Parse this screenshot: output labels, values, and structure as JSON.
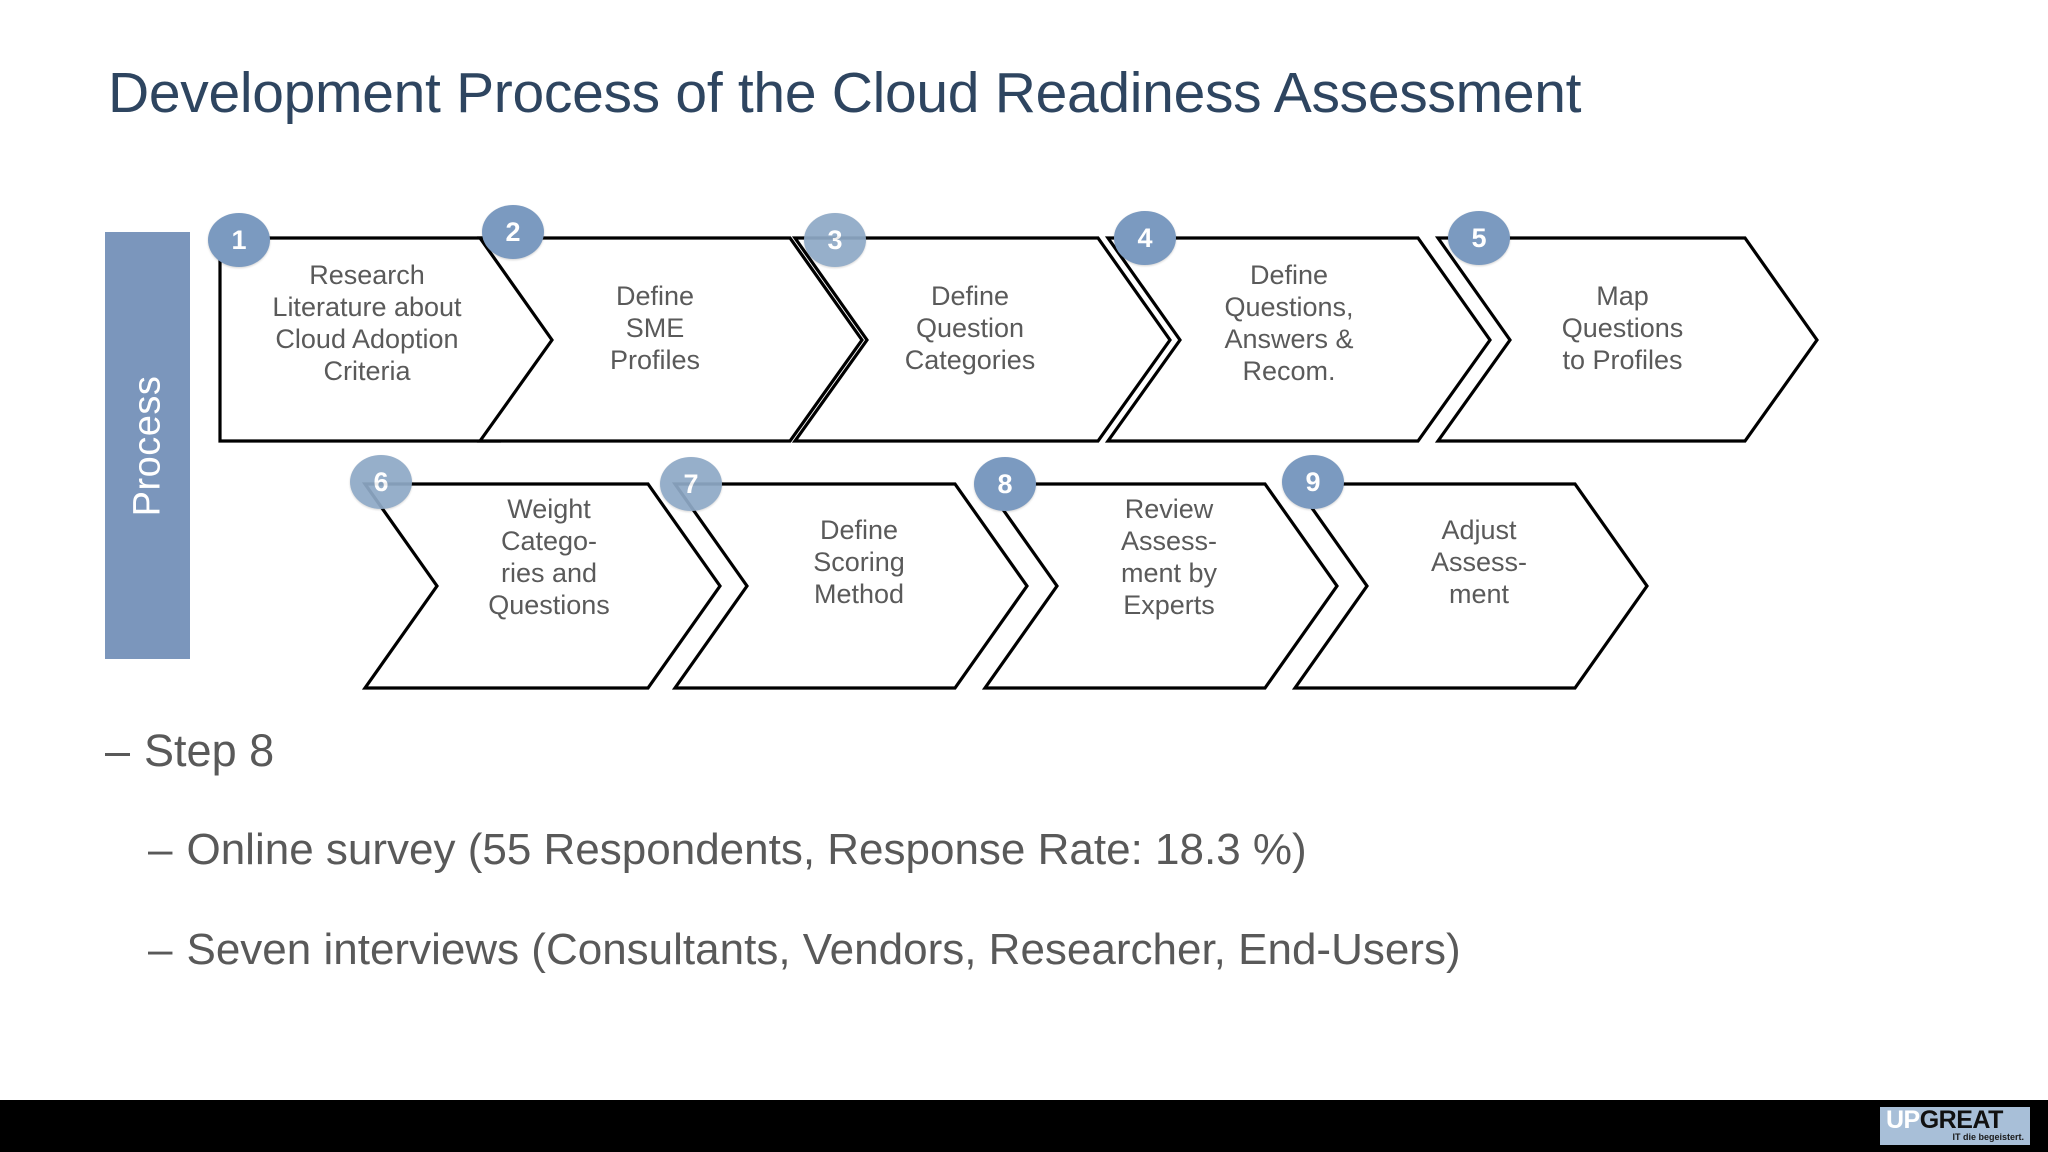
{
  "slide": {
    "title": "Development Process of the Cloud Readiness Assessment",
    "title_color": "#2E4560",
    "background_color": "#FFFFFF"
  },
  "process_band": {
    "label": "Process",
    "fill_color": "#7B96BC",
    "text_color": "#FFFFFF"
  },
  "diagram": {
    "type": "chevron-process-flow",
    "badge_color": "#7B9AC0",
    "chevron_outline_color": "#000000",
    "chevron_fill_color": "#FFFFFF",
    "label_color": "#5A5A5A",
    "rows": [
      {
        "row": "top",
        "steps": [
          {
            "number": "1",
            "label": "Research\nLiterature about\nCloud Adoption\nCriteria"
          },
          {
            "number": "2",
            "label": "Define\nSME\nProfiles"
          },
          {
            "number": "3",
            "label": "Define\nQuestion\nCategories"
          },
          {
            "number": "4",
            "label": "Define\nQuestions,\nAnswers &\nRecom."
          },
          {
            "number": "5",
            "label": "Map\nQuestions\nto Profiles"
          }
        ]
      },
      {
        "row": "bottom",
        "steps": [
          {
            "number": "6",
            "label": "Weight\nCatego-\nries and\nQuestions"
          },
          {
            "number": "7",
            "label": "Define\nScoring\nMethod"
          },
          {
            "number": "8",
            "label": "Review\nAssess-\nment by\nExperts"
          },
          {
            "number": "9",
            "label": "Adjust\nAssess-\nment"
          }
        ]
      }
    ]
  },
  "bullets": {
    "dash": "–",
    "level1": "Step 8",
    "level2": [
      "Online survey (55 Respondents, Response Rate: 18.3 %)",
      "Seven interviews (Consultants, Vendors, Researcher, End-Users)"
    ]
  },
  "footer": {
    "bar_color": "#000000",
    "logo": {
      "background_color": "#A8BFD8",
      "word_up": "UP",
      "word_great": "GREAT",
      "tagline": "IT die begeistert."
    }
  }
}
